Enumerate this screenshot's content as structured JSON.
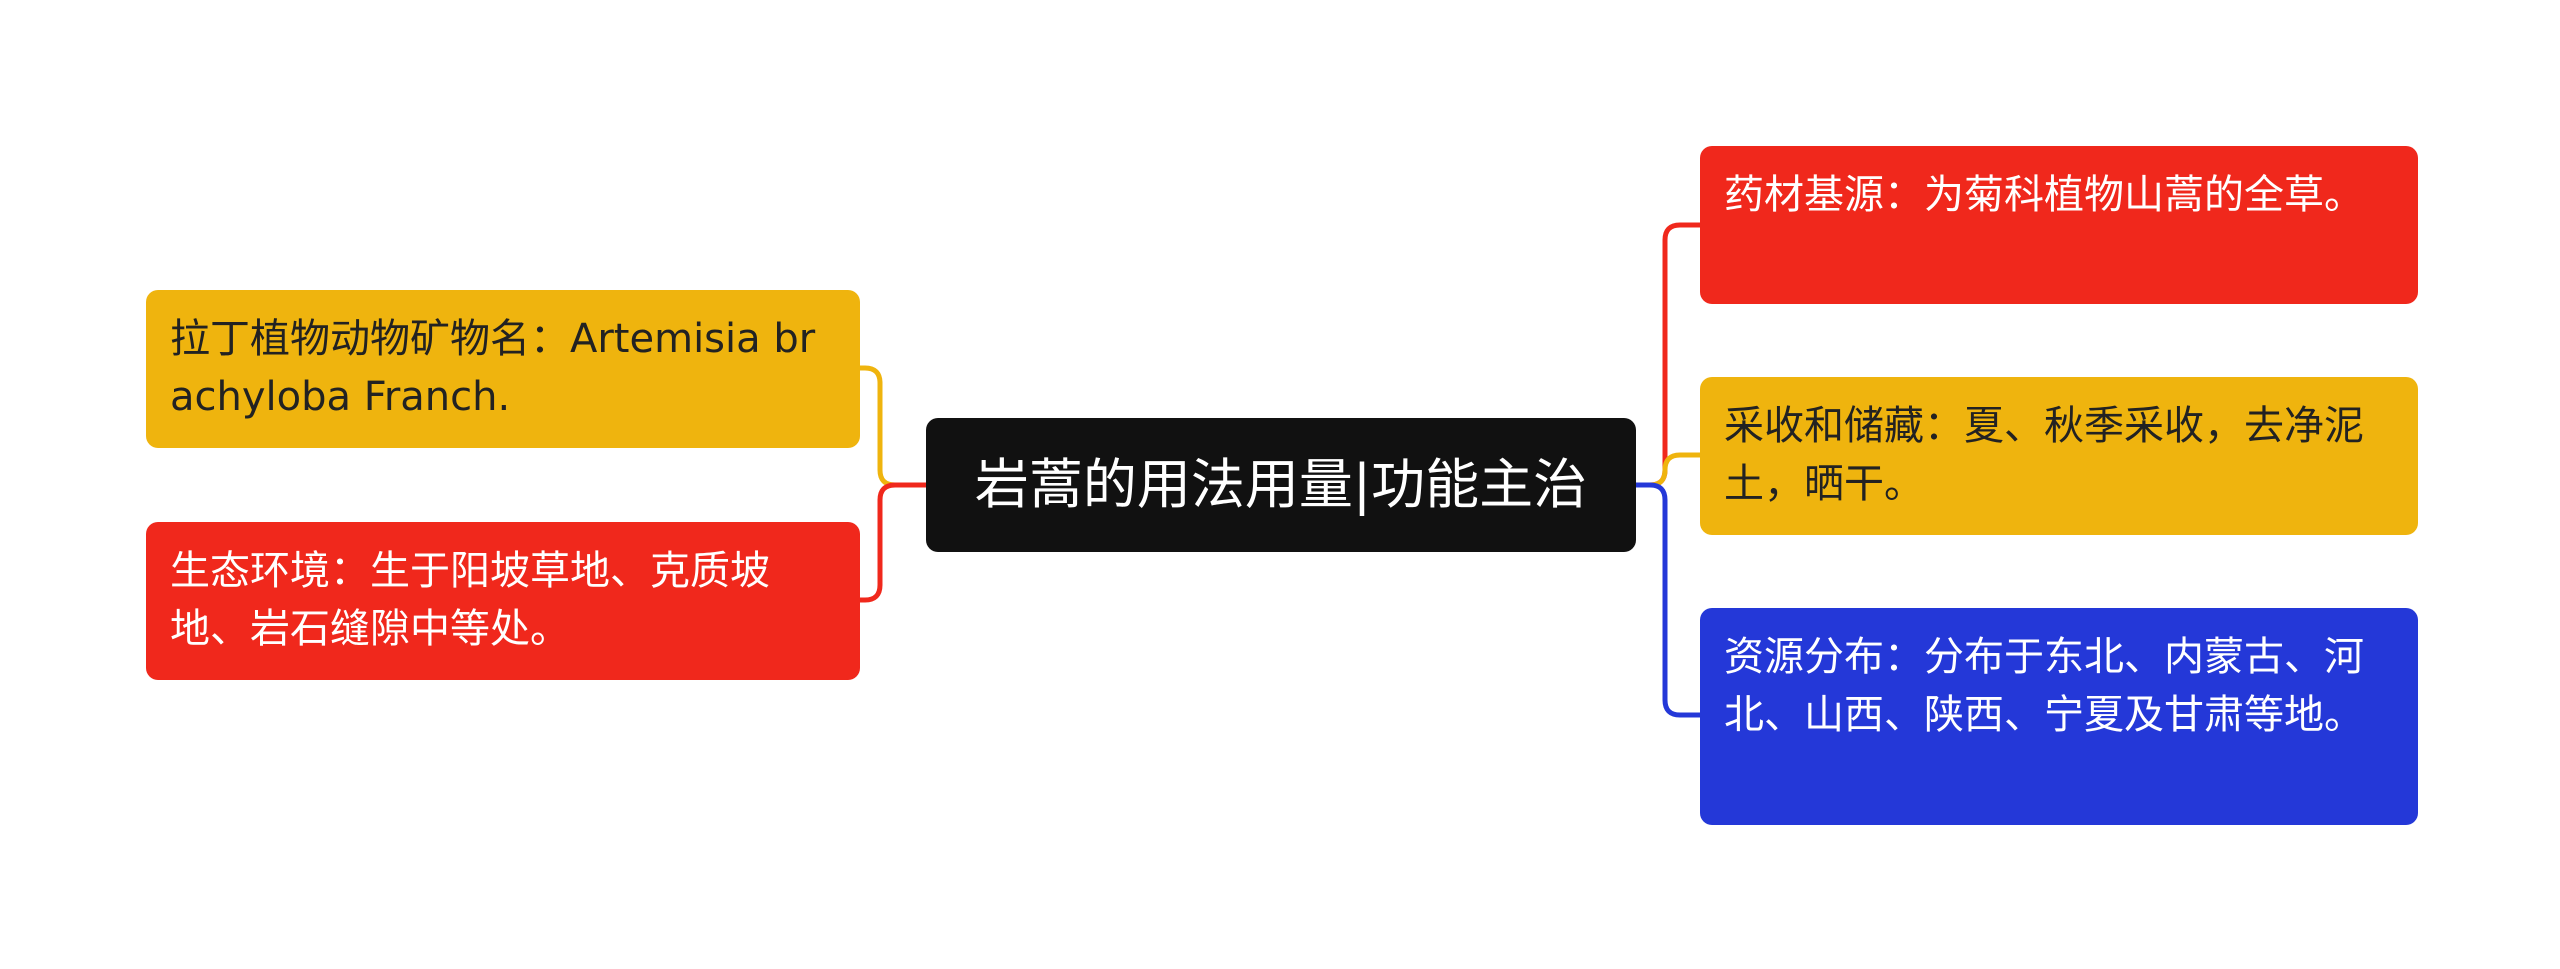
{
  "center": {
    "label": "岩蒿的用法用量|功能主治"
  },
  "left_branches": [
    {
      "text": "拉丁植物动物矿物名：Artemisia brachyloba Franch.",
      "color": "#efb40e",
      "text_color": "#222222"
    },
    {
      "text": "生态环境：生于阳坡草地、克质坡地、岩石缝隙中等处。",
      "color": "#f0281c",
      "text_color": "#ffffff"
    }
  ],
  "right_branches": [
    {
      "text": "药材基源：为菊科植物山蒿的全草。",
      "color": "#f0281c",
      "text_color": "#ffffff"
    },
    {
      "text": "采收和储藏：夏、秋季采收，去净泥土，晒干。",
      "color": "#efb40e",
      "text_color": "#222222"
    },
    {
      "text": "资源分布：分布于东北、内蒙古、河北、山西、陕西、宁夏及甘肃等地。",
      "color": "#2438d8",
      "text_color": "#ffffff"
    }
  ]
}
